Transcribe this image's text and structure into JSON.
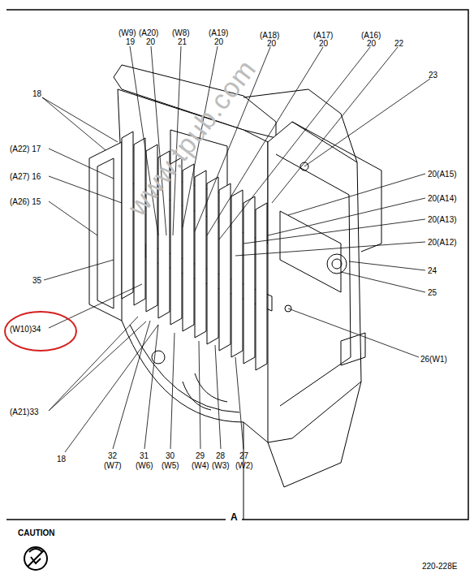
{
  "diagram": {
    "labels": [
      "www.tpub.com",
      "(W9)",
      "19",
      "(A20)",
      "20",
      "(W8)",
      "21",
      "(A19)",
      "20",
      "(A18)",
      "20",
      "(A17)",
      "20",
      "(A16)",
      "20",
      "22",
      "23",
      "18",
      "(A22) 17",
      "(A27) 16",
      "(A26) 15",
      "20(A15)",
      "20(A14)",
      "20(A13)",
      "20(A12)",
      "35",
      "24",
      "25",
      "(W10)34",
      "26(W1)",
      "(A21)33",
      "18",
      "32",
      "(W7)",
      "31",
      "(W6)",
      "30",
      "(W5)",
      "29",
      "(W4)",
      "28",
      "(W3)",
      "27",
      "(W2)",
      "A",
      "CAUTION",
      "220-228E"
    ]
  }
}
